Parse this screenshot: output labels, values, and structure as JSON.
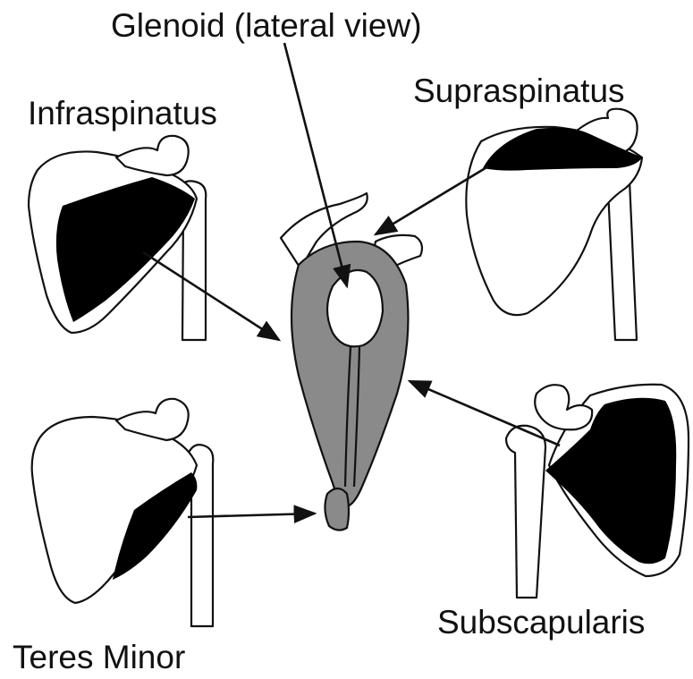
{
  "labels": {
    "glenoid": "Glenoid (lateral view)",
    "infraspinatus": "Infraspinatus",
    "supraspinatus": "Supraspinatus",
    "teres_minor": "Teres Minor",
    "subscapularis": "Subscapularis"
  },
  "colors": {
    "outline": "#111111",
    "muscle": "#000000",
    "glenoid_fill": "#8a8a8a",
    "bone_fill": "#ffffff"
  }
}
